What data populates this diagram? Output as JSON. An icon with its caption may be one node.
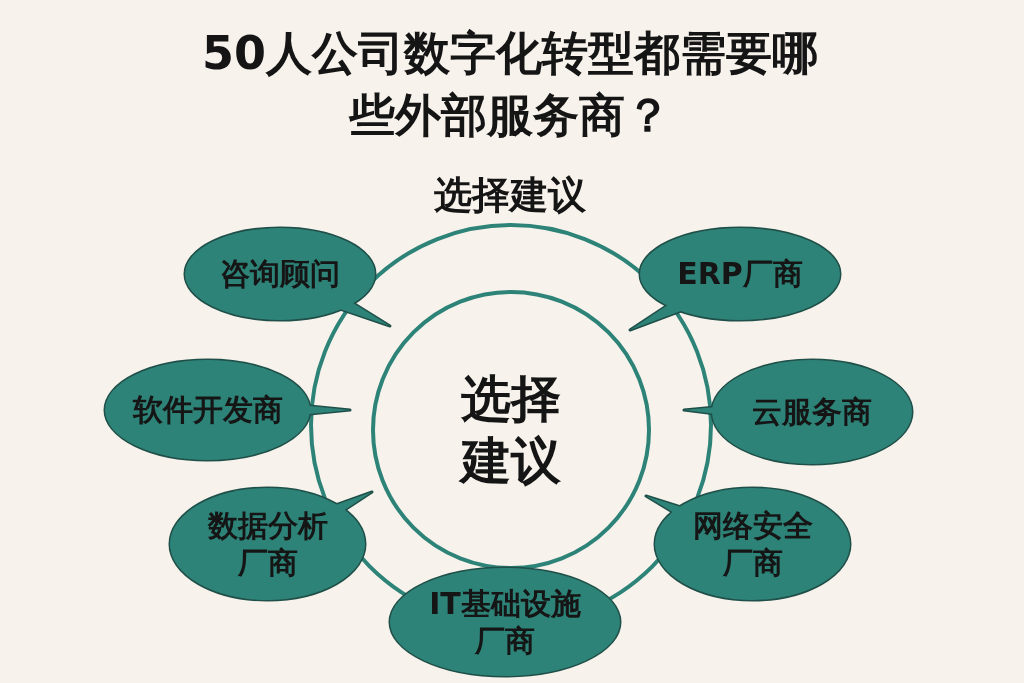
{
  "diagram": {
    "title": "50人公司数字化转型都需要哪些外部服务商？",
    "nodes": [
      {
        "text": [
          "选择建议"
        ]
      },
      {
        "text": [
          "咨询顾问"
        ]
      },
      {
        "text": [
          "ERP厂商"
        ]
      },
      {
        "text": [
          "软件开发商"
        ]
      },
      {
        "text": [
          "云服务商"
        ]
      },
      {
        "text": [
          "数据分析厂商"
        ]
      },
      {
        "text": [
          "网络安全厂商"
        ]
      },
      {
        "text": [
          "IT基础设施厂商"
        ]
      }
    ],
    "labels": [
      "选择建议"
    ]
  }
}
